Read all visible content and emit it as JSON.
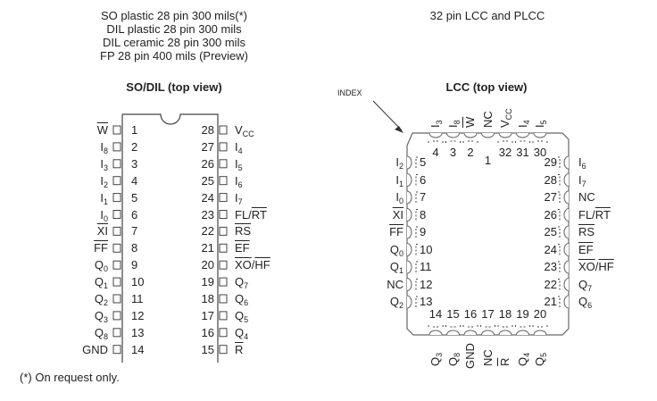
{
  "header": {
    "left_lines": [
      "SO plastic 28 pin 300 mils(*)",
      "DIL plastic 28 pin 300 mils",
      "DIL ceramic 28 pin 300 mils",
      "FP 28 pin 400 mils (Preview)"
    ],
    "right_title": "32 pin LCC and PLCC"
  },
  "dil": {
    "title": "SO/DIL (top view)",
    "left_pins": [
      {
        "num": "1",
        "parts": [
          {
            "t": "W",
            "bar": true
          }
        ]
      },
      {
        "num": "2",
        "parts": [
          {
            "t": "I"
          },
          {
            "t": "8",
            "sub": true
          }
        ]
      },
      {
        "num": "3",
        "parts": [
          {
            "t": "I"
          },
          {
            "t": "3",
            "sub": true
          }
        ]
      },
      {
        "num": "4",
        "parts": [
          {
            "t": "I"
          },
          {
            "t": "2",
            "sub": true
          }
        ]
      },
      {
        "num": "5",
        "parts": [
          {
            "t": "I"
          },
          {
            "t": "1",
            "sub": true
          }
        ]
      },
      {
        "num": "6",
        "parts": [
          {
            "t": "I"
          },
          {
            "t": "0",
            "sub": true
          }
        ]
      },
      {
        "num": "7",
        "parts": [
          {
            "t": "XI",
            "bar": true
          }
        ]
      },
      {
        "num": "8",
        "parts": [
          {
            "t": "FF",
            "bar": true
          }
        ]
      },
      {
        "num": "9",
        "parts": [
          {
            "t": "Q"
          },
          {
            "t": "0",
            "sub": true
          }
        ]
      },
      {
        "num": "10",
        "parts": [
          {
            "t": "Q"
          },
          {
            "t": "1",
            "sub": true
          }
        ]
      },
      {
        "num": "11",
        "parts": [
          {
            "t": "Q"
          },
          {
            "t": "2",
            "sub": true
          }
        ]
      },
      {
        "num": "12",
        "parts": [
          {
            "t": "Q"
          },
          {
            "t": "3",
            "sub": true
          }
        ]
      },
      {
        "num": "13",
        "parts": [
          {
            "t": "Q"
          },
          {
            "t": "8",
            "sub": true
          }
        ]
      },
      {
        "num": "14",
        "parts": [
          {
            "t": "GND"
          }
        ]
      }
    ],
    "right_pins": [
      {
        "num": "28",
        "parts": [
          {
            "t": "V"
          },
          {
            "t": "CC",
            "sub": true
          }
        ]
      },
      {
        "num": "27",
        "parts": [
          {
            "t": "I"
          },
          {
            "t": "4",
            "sub": true
          }
        ]
      },
      {
        "num": "26",
        "parts": [
          {
            "t": "I"
          },
          {
            "t": "5",
            "sub": true
          }
        ]
      },
      {
        "num": "25",
        "parts": [
          {
            "t": "I"
          },
          {
            "t": "6",
            "sub": true
          }
        ]
      },
      {
        "num": "24",
        "parts": [
          {
            "t": "I"
          },
          {
            "t": "7",
            "sub": true
          }
        ]
      },
      {
        "num": "23",
        "parts": [
          {
            "t": "FL/"
          },
          {
            "t": "RT",
            "bar": true
          }
        ]
      },
      {
        "num": "22",
        "parts": [
          {
            "t": "RS",
            "bar": true
          }
        ]
      },
      {
        "num": "21",
        "parts": [
          {
            "t": "EF",
            "bar": true
          }
        ]
      },
      {
        "num": "20",
        "parts": [
          {
            "t": "XO",
            "bar": true
          },
          {
            "t": "/"
          },
          {
            "t": "HF",
            "bar": true
          }
        ]
      },
      {
        "num": "19",
        "parts": [
          {
            "t": "Q"
          },
          {
            "t": "7",
            "sub": true
          }
        ]
      },
      {
        "num": "18",
        "parts": [
          {
            "t": "Q"
          },
          {
            "t": "6",
            "sub": true
          }
        ]
      },
      {
        "num": "17",
        "parts": [
          {
            "t": "Q"
          },
          {
            "t": "5",
            "sub": true
          }
        ]
      },
      {
        "num": "16",
        "parts": [
          {
            "t": "Q"
          },
          {
            "t": "4",
            "sub": true
          }
        ]
      },
      {
        "num": "15",
        "parts": [
          {
            "t": "R",
            "bar": true
          }
        ]
      }
    ]
  },
  "lcc": {
    "title": "LCC (top view)",
    "index_label": "INDEX",
    "top_pins": [
      {
        "num": "4",
        "parts": [
          {
            "t": "I"
          },
          {
            "t": "3",
            "sub": true
          }
        ]
      },
      {
        "num": "3",
        "parts": [
          {
            "t": "I"
          },
          {
            "t": "8",
            "sub": true
          }
        ]
      },
      {
        "num": "2",
        "parts": [
          {
            "t": "W",
            "bar": true
          }
        ]
      },
      {
        "num": "1",
        "parts": [
          {
            "t": "NC"
          }
        ]
      },
      {
        "num": "32",
        "parts": [
          {
            "t": "V"
          },
          {
            "t": "CC",
            "sub": true
          }
        ]
      },
      {
        "num": "31",
        "parts": [
          {
            "t": "I"
          },
          {
            "t": "4",
            "sub": true
          }
        ]
      },
      {
        "num": "30",
        "parts": [
          {
            "t": "I"
          },
          {
            "t": "5",
            "sub": true
          }
        ]
      }
    ],
    "left_pins": [
      {
        "num": "5",
        "parts": [
          {
            "t": "I"
          },
          {
            "t": "2",
            "sub": true
          }
        ]
      },
      {
        "num": "6",
        "parts": [
          {
            "t": "I"
          },
          {
            "t": "1",
            "sub": true
          }
        ]
      },
      {
        "num": "7",
        "parts": [
          {
            "t": "I"
          },
          {
            "t": "0",
            "sub": true
          }
        ]
      },
      {
        "num": "8",
        "parts": [
          {
            "t": "XI",
            "bar": true
          }
        ]
      },
      {
        "num": "9",
        "parts": [
          {
            "t": "FF",
            "bar": true
          }
        ]
      },
      {
        "num": "10",
        "parts": [
          {
            "t": "Q"
          },
          {
            "t": "0",
            "sub": true
          }
        ]
      },
      {
        "num": "11",
        "parts": [
          {
            "t": "Q"
          },
          {
            "t": "1",
            "sub": true
          }
        ]
      },
      {
        "num": "12",
        "parts": [
          {
            "t": "NC"
          }
        ]
      },
      {
        "num": "13",
        "parts": [
          {
            "t": "Q"
          },
          {
            "t": "2",
            "sub": true
          }
        ]
      }
    ],
    "right_pins": [
      {
        "num": "29",
        "parts": [
          {
            "t": "I"
          },
          {
            "t": "6",
            "sub": true
          }
        ]
      },
      {
        "num": "28",
        "parts": [
          {
            "t": "I"
          },
          {
            "t": "7",
            "sub": true
          }
        ]
      },
      {
        "num": "27",
        "parts": [
          {
            "t": "NC"
          }
        ]
      },
      {
        "num": "26",
        "parts": [
          {
            "t": "FL/"
          },
          {
            "t": "RT",
            "bar": true
          }
        ]
      },
      {
        "num": "25",
        "parts": [
          {
            "t": "RS",
            "bar": true
          }
        ]
      },
      {
        "num": "24",
        "parts": [
          {
            "t": "EF",
            "bar": true
          }
        ]
      },
      {
        "num": "23",
        "parts": [
          {
            "t": "XO",
            "bar": true
          },
          {
            "t": "/"
          },
          {
            "t": "HF",
            "bar": true
          }
        ]
      },
      {
        "num": "22",
        "parts": [
          {
            "t": "Q"
          },
          {
            "t": "7",
            "sub": true
          }
        ]
      },
      {
        "num": "21",
        "parts": [
          {
            "t": "Q"
          },
          {
            "t": "6",
            "sub": true
          }
        ]
      }
    ],
    "bottom_pins": [
      {
        "num": "14",
        "parts": [
          {
            "t": "Q"
          },
          {
            "t": "3",
            "sub": true
          }
        ]
      },
      {
        "num": "15",
        "parts": [
          {
            "t": "Q"
          },
          {
            "t": "8",
            "sub": true
          }
        ]
      },
      {
        "num": "16",
        "parts": [
          {
            "t": "GND"
          }
        ]
      },
      {
        "num": "17",
        "parts": [
          {
            "t": "NC"
          }
        ]
      },
      {
        "num": "18",
        "parts": [
          {
            "t": "R",
            "bar": true
          }
        ]
      },
      {
        "num": "19",
        "parts": [
          {
            "t": "Q"
          },
          {
            "t": "4",
            "sub": true
          }
        ]
      },
      {
        "num": "20",
        "parts": [
          {
            "t": "Q"
          },
          {
            "t": "5",
            "sub": true
          }
        ]
      }
    ]
  },
  "footnote": "(*) On request only."
}
